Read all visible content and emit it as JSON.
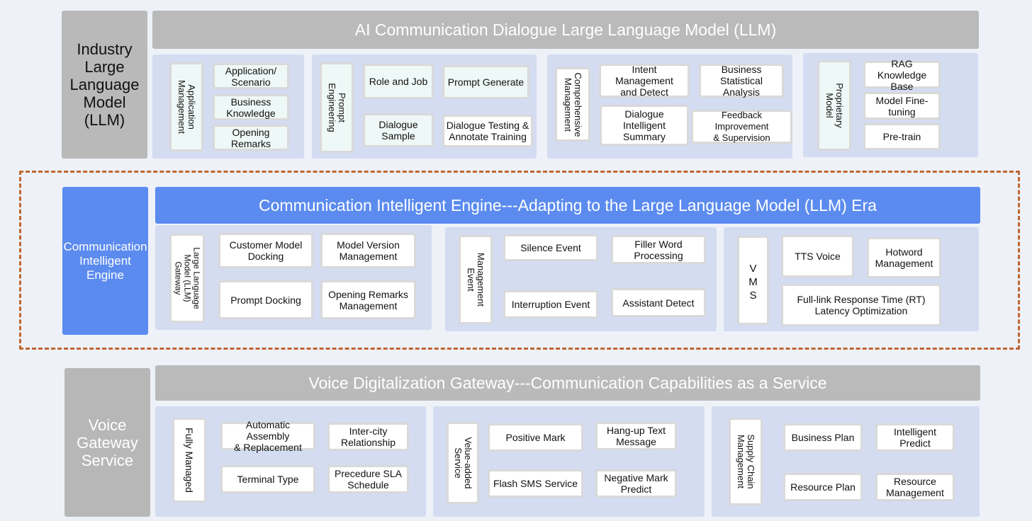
{
  "layers": {
    "industry": {
      "side_lines": [
        "Industry",
        "Large",
        "Language",
        "Model",
        "(LLM)"
      ],
      "title": "AI Communication Dialogue Large Language Model (LLM)",
      "groups": {
        "app_mgmt": {
          "label_lines": [
            "Application",
            "Management"
          ],
          "items": [
            [
              "Application/",
              "Scenario"
            ],
            [
              "Business",
              "Knowledge"
            ],
            [
              "Opening",
              "Remarks"
            ]
          ]
        },
        "prompt_eng": {
          "label_lines": [
            "Prompt",
            "Engineering"
          ],
          "items": [
            [
              "Role and Job"
            ],
            [
              "Prompt Generate"
            ],
            [
              "Dialogue",
              "Sample"
            ],
            [
              "Dialogue Testing &",
              "Annotate Training"
            ]
          ]
        },
        "comp_mgmt": {
          "label_lines": [
            "Comprehensive",
            "Management"
          ],
          "items": [
            [
              "Intent Management",
              "and Detect"
            ],
            [
              "Business Statistical",
              "Analysis"
            ],
            [
              "Dialogue Intelligent",
              "Summary"
            ],
            [
              "Feedback Improvement",
              "& Supervision"
            ]
          ]
        },
        "prop_model": {
          "label_lines": [
            "Proprietary",
            "Model"
          ],
          "items": [
            [
              "RAG Knowledge",
              "Base"
            ],
            [
              "Model Fine-",
              "tuning"
            ],
            [
              "Pre-train"
            ]
          ]
        }
      }
    },
    "engine": {
      "side_lines": [
        "Communication",
        "Intelligent",
        "Engine"
      ],
      "title": "Communication Intelligent Engine---Adapting to the Large Language Model (LLM) Era",
      "groups": {
        "llm_gateway": {
          "label_lines": [
            "Large Language",
            "Model (LLM)",
            "Gateway"
          ],
          "items": [
            [
              "Customer Model",
              "Docking"
            ],
            [
              "Model Version",
              "Management"
            ],
            [
              "Prompt Docking"
            ],
            [
              "Opening Remarks",
              "Management"
            ]
          ]
        },
        "mgmt_event": {
          "label_lines": [
            "Management",
            "Event"
          ],
          "items": [
            [
              "Silence Event"
            ],
            [
              "Filler Word",
              "Processing"
            ],
            [
              "Interruption Event"
            ],
            [
              "Assistant Detect"
            ]
          ]
        },
        "vms": {
          "label_lines": [
            "V",
            "M",
            "S"
          ],
          "items": [
            [
              "TTS Voice"
            ],
            [
              "Hotword",
              "Management"
            ],
            [
              "Full-link Response Time (RT)",
              "Latency Optimization"
            ]
          ]
        }
      }
    },
    "voice": {
      "side_lines": [
        "Voice",
        "Gateway",
        "Service"
      ],
      "title": "Voice Digitalization Gateway---Communication Capabilities as a Service",
      "groups": {
        "fully_managed": {
          "label_lines": [
            "Fully Managed"
          ],
          "items": [
            [
              "Automatic Assembly",
              "& Replacement"
            ],
            [
              "Inter-city",
              "Relationship"
            ],
            [
              "Terminal Type"
            ],
            [
              "Precedure SLA",
              "Schedule"
            ]
          ]
        },
        "value_added": {
          "label_lines": [
            "Velue-added",
            "Service"
          ],
          "items": [
            [
              "Positive Mark"
            ],
            [
              "Hang-up Text",
              "Message"
            ],
            [
              "Flash SMS Service"
            ],
            [
              "Negative Mark",
              "Predict"
            ]
          ]
        },
        "supply_chain": {
          "label_lines": [
            "Supply Chain",
            "Management"
          ],
          "items": [
            [
              "Business Plan"
            ],
            [
              "Intelligent",
              "Predict"
            ],
            [
              "Resource Plan"
            ],
            [
              "Resource",
              "Management"
            ]
          ]
        }
      }
    }
  },
  "colors": {
    "gray_block": "#b9b9b9",
    "blue_block": "#5b8bef",
    "panel": "#d3dcf1",
    "dashed_border": "#c0652e",
    "background": "#eef1f8"
  }
}
